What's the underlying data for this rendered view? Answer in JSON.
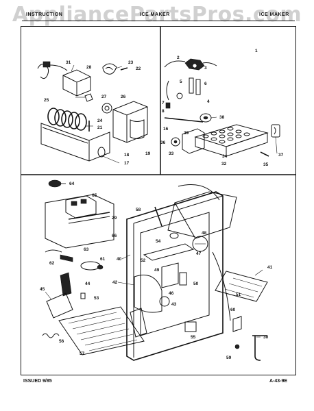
{
  "watermark": "AppliancePartsPros.com",
  "header": {
    "left": "INSTRUCTION",
    "middle": "ICE MAKER",
    "right": "ICE MAKER"
  },
  "footer": {
    "issued": "ISSUED 9/85",
    "page_ref": "A-43-9E"
  },
  "callouts": {
    "top_left": [
      "31",
      "28",
      "23",
      "22",
      "27",
      "26",
      "25",
      "24",
      "21",
      "18",
      "19",
      "17"
    ],
    "top_right": [
      "2",
      "3",
      "5",
      "6",
      "4",
      "7",
      "8",
      "16",
      "38",
      "39",
      "36",
      "33",
      "34",
      "32",
      "35",
      "37",
      "1"
    ],
    "bottom": [
      "64",
      "65",
      "29",
      "66",
      "63",
      "62",
      "61",
      "58",
      "54",
      "47",
      "48",
      "40",
      "52",
      "42",
      "49",
      "50",
      "53",
      "44",
      "45",
      "46",
      "43",
      "55",
      "57",
      "56",
      "41",
      "60",
      "30",
      "59",
      "51"
    ]
  }
}
